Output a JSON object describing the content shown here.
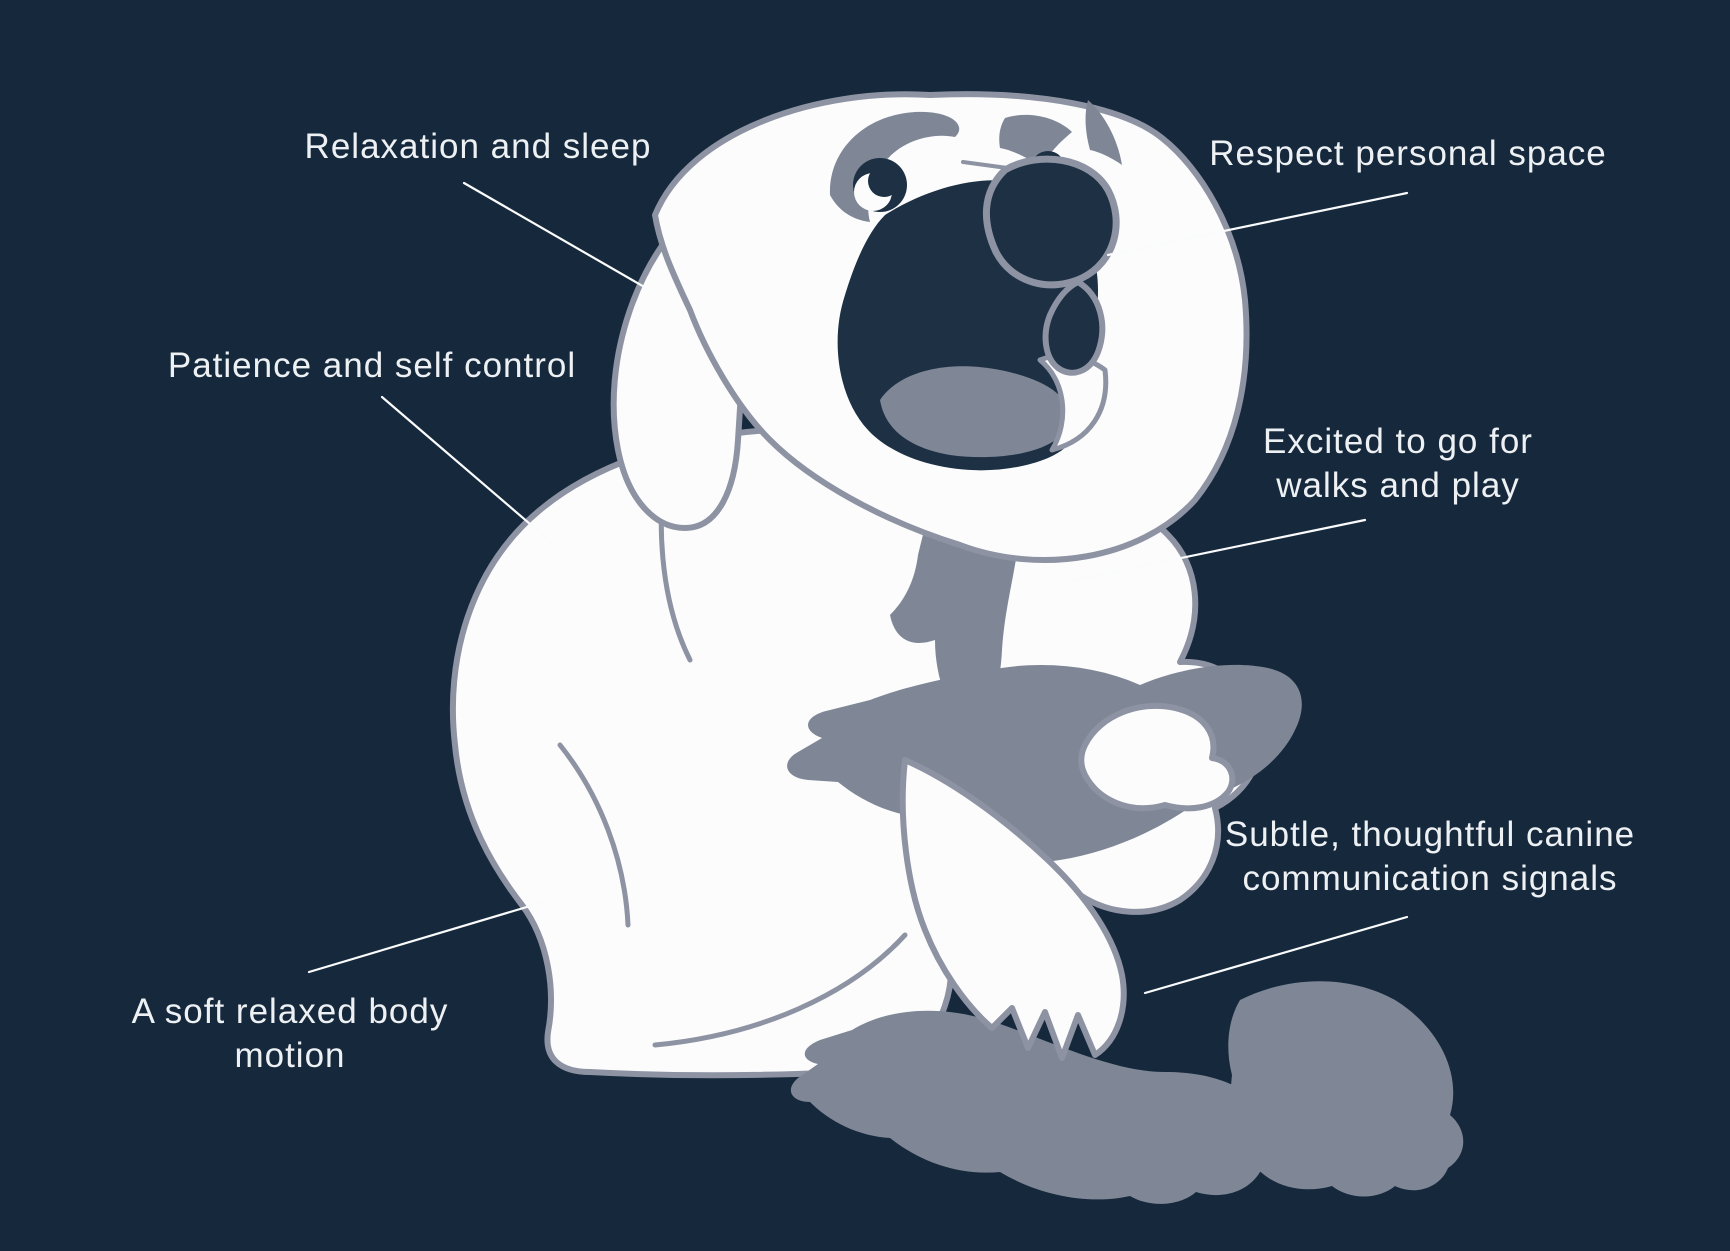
{
  "canvas": {
    "background_color": "#16293c",
    "text_color": "#eef1f4",
    "leader_line_color": "#fafbfc"
  },
  "illustration": {
    "subject": "dog",
    "body_color": "#fcfcfd",
    "patch_color": "#7f8797",
    "outline_color": "#8d93a2",
    "mask_color": "#1d3044"
  },
  "labels": {
    "relaxation": {
      "lines": [
        "Relaxation and sleep"
      ]
    },
    "personal_space": {
      "lines": [
        "Respect personal space"
      ]
    },
    "patience": {
      "lines": [
        "Patience and self control"
      ]
    },
    "excited": {
      "lines": [
        "Excited to go for",
        "walks and play"
      ]
    },
    "soft_body": {
      "lines": [
        "A soft relaxed body",
        "motion"
      ]
    },
    "communication": {
      "lines": [
        "Subtle, thoughtful canine",
        "communication signals"
      ]
    }
  }
}
